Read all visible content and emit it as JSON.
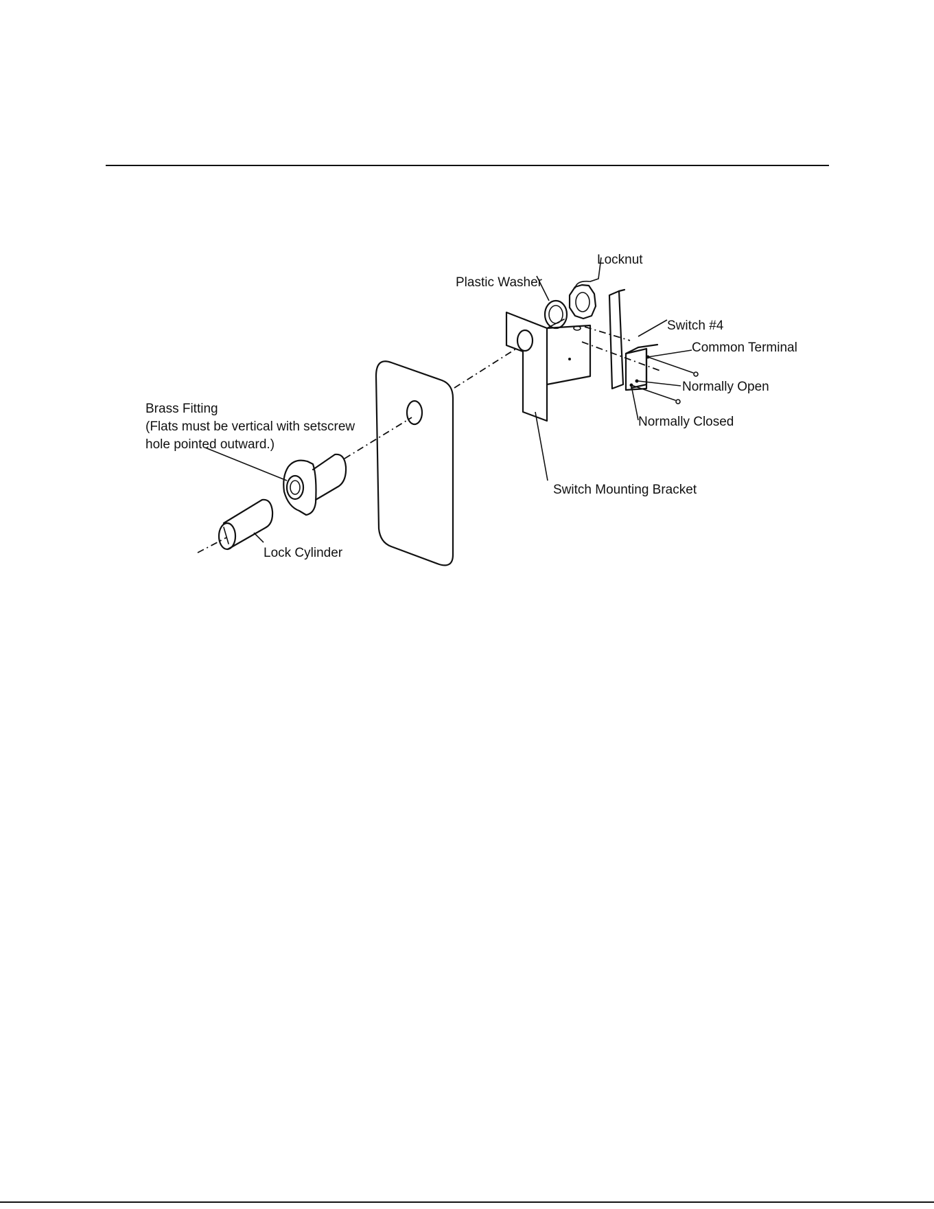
{
  "labels": {
    "locknut": "Locknut",
    "plastic_washer": "Plastic Washer",
    "switch": "Switch #4",
    "common_terminal": "Common Terminal",
    "normally_open": "Normally Open",
    "normally_closed": "Normally Closed",
    "brass_fitting": "Brass Fitting",
    "brass_note_line1": "(Flats must be vertical with setscrew",
    "brass_note_line2": "hole pointed outward.)",
    "switch_bracket": "Switch Mounting Bracket",
    "lock_cylinder": "Lock Cylinder"
  }
}
